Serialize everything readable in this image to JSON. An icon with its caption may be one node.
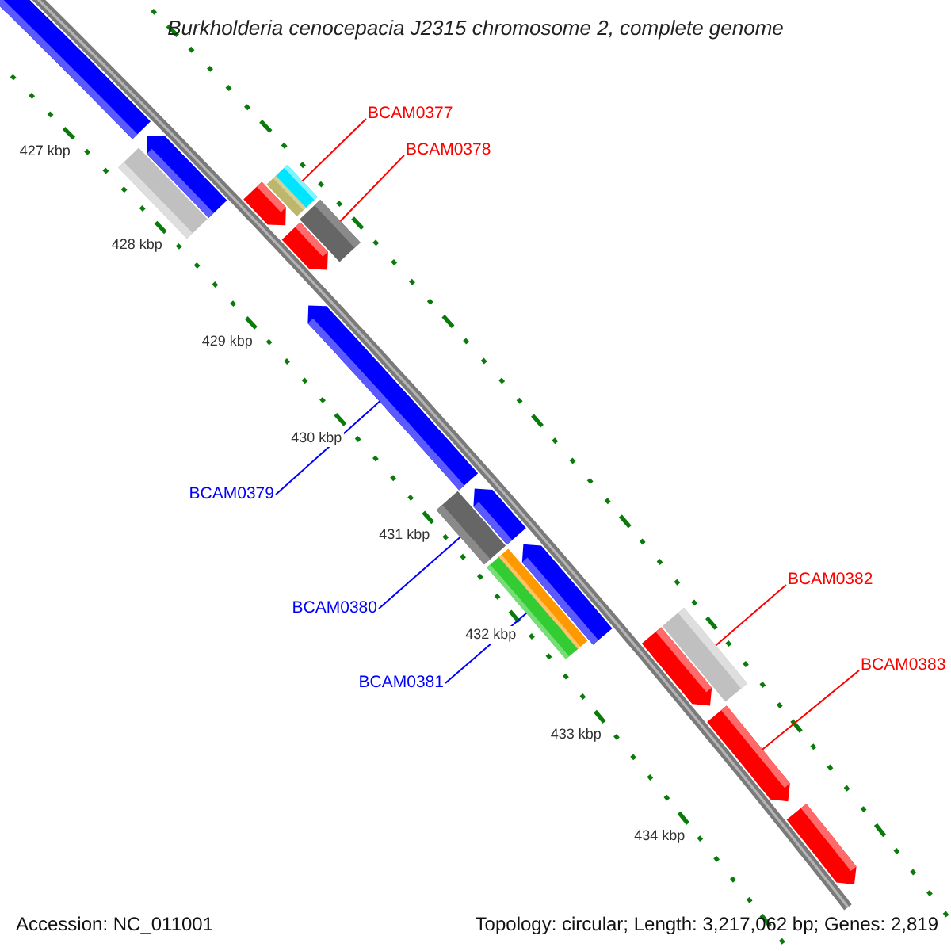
{
  "diagram": {
    "title": "Burkholderia cenocepacia J2315 chromosome 2, complete genome",
    "nodes": [
      {
        "text": [
          "BCAM0377"
        ]
      },
      {
        "text": [
          "BCAM0378"
        ]
      },
      {
        "text": [
          "BCAM0379"
        ]
      },
      {
        "text": [
          "BCAM0380"
        ]
      },
      {
        "text": [
          "BCAM0381"
        ]
      },
      {
        "text": [
          "BCAM0382"
        ]
      },
      {
        "text": [
          "BCAM0383"
        ]
      },
      {
        "text": [],
        "shape": "pentagon"
      },
      {
        "text": [],
        "shape": "pentagon"
      },
      {
        "text": [],
        "shape": "bar"
      },
      {
        "text": [],
        "shape": "pentagon"
      },
      {
        "text": [],
        "shape": "bar"
      },
      {
        "text": [],
        "shape": "bar"
      },
      {
        "text": [],
        "shape": "pentagon"
      },
      {
        "text": [],
        "shape": "bar"
      },
      {
        "text": [],
        "shape": "pentagon"
      },
      {
        "text": [],
        "shape": "bar"
      },
      {
        "text": [],
        "shape": "pentagon"
      },
      {
        "text": [],
        "shape": "pentagon"
      },
      {
        "text": [],
        "shape": "bar"
      },
      {
        "text": [],
        "shape": "bar"
      },
      {
        "text": [],
        "shape": "pentagon"
      },
      {
        "text": [],
        "shape": "bar"
      },
      {
        "text": [],
        "shape": "pentagon"
      },
      {
        "text": [],
        "shape": "pentagon"
      }
    ],
    "edges": [
      {
        "from": 0,
        "to": 12,
        "arrow": "none"
      },
      {
        "from": 1,
        "to": 14,
        "arrow": "none"
      },
      {
        "from": 2,
        "to": 15,
        "arrow": "none",
        "color": "#0000ff"
      },
      {
        "from": 3,
        "to": 16,
        "arrow": "none",
        "color": "#0000ff"
      },
      {
        "from": 4,
        "to": 20,
        "arrow": "none",
        "color": "#0000ff"
      },
      {
        "from": 5,
        "to": 22,
        "arrow": "none"
      },
      {
        "from": 6,
        "to": 23,
        "arrow": "none"
      }
    ],
    "labels": [
      "427 kbp",
      "428 kbp",
      "429 kbp",
      "430 kbp",
      "431 kbp",
      "432 kbp",
      "433 kbp",
      "434 kbp",
      "Accession: NC_011001",
      "Topology: circular; Length: 3,217,062 bp; Genes: 2,819"
    ]
  }
}
